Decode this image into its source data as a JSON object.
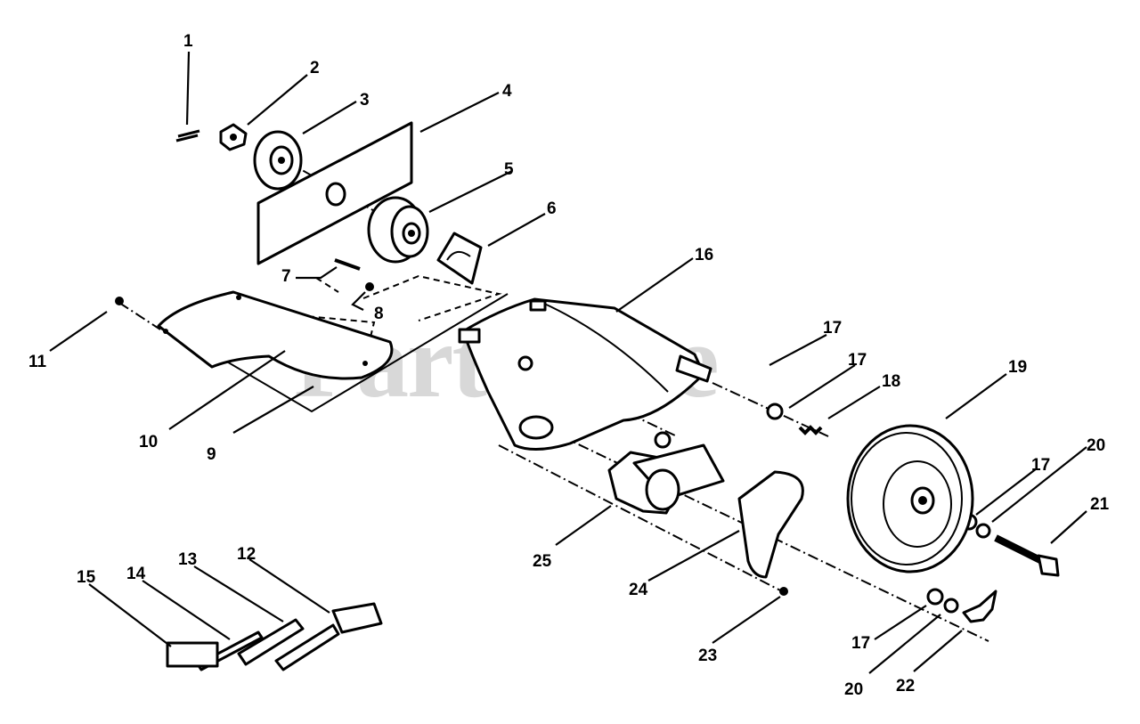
{
  "watermark": "PartsTree",
  "callouts": [
    "1",
    "2",
    "3",
    "4",
    "5",
    "6",
    "7",
    "8",
    "9",
    "10",
    "11",
    "12",
    "13",
    "14",
    "15",
    "16",
    "17",
    "17",
    "17",
    "17",
    "17",
    "18",
    "19",
    "20",
    "20",
    "21",
    "22",
    "23",
    "24",
    "25"
  ]
}
